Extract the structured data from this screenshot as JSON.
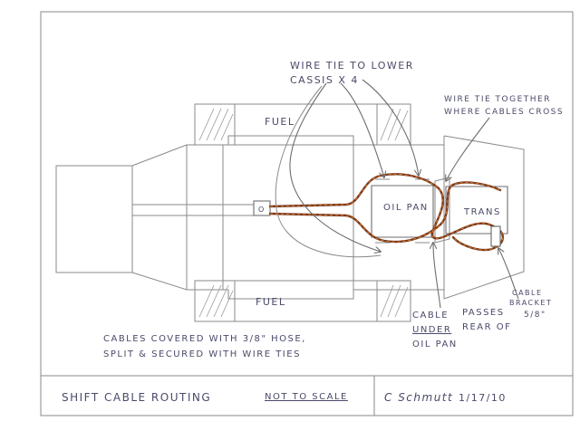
{
  "diagram": {
    "labels": {
      "wire_tie_lower_line1": "WIRE TIE TO LOWER",
      "wire_tie_lower_line2": "CASSIS X 4",
      "wire_tie_together_line1": "WIRE TIE TOGETHER",
      "wire_tie_together_line2": "WHERE CABLES CROSS",
      "fuel_top": "FUEL",
      "fuel_bottom": "FUEL",
      "oil_pan": "OIL PAN",
      "trans": "TRANS",
      "shifter": "O",
      "cable_note_1": "CABLE",
      "cable_note_passes": "PASSES",
      "cable_note_under": "UNDER",
      "cable_note_rear": "REAR OF",
      "cable_note_oilpan": "OIL PAN",
      "bracket_line1": "CABLE",
      "bracket_line2": "BRACKET",
      "bracket_line3": "5/8\"",
      "hose_note_line1": "CABLES COVERED WITH 3/8\" HOSE,",
      "hose_note_line2": "SPLIT & SECURED WITH WIRE TIES"
    },
    "title_block": {
      "title": "SHIFT CABLE ROUTING",
      "scale_note": "NOT TO SCALE",
      "signature": "C Schmutt",
      "date": "1/17/10"
    },
    "colors": {
      "pencil": "#8a8a8a",
      "ink": "#4a4a6a",
      "cable": "#7a3a1c",
      "cable_highlight": "#d0732e"
    }
  }
}
